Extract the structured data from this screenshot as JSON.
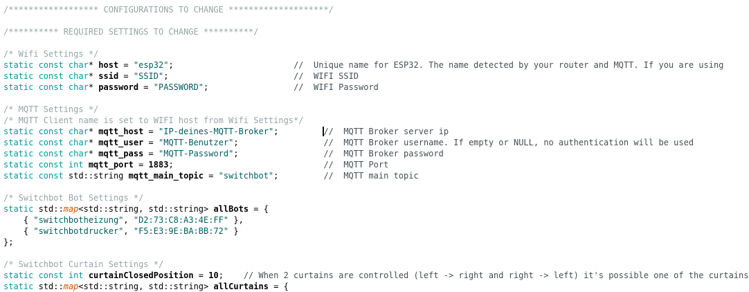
{
  "editor": {
    "background": "#ffffff",
    "colors": {
      "kw": "#00979C",
      "fn": "#D35400",
      "str": "#005C5F",
      "c1": "#95A5A6",
      "c2": "#434F54",
      "id": "#000000",
      "pl": "#000000",
      "caret": "#111111"
    },
    "cursor": {
      "line": 11,
      "segment": 7
    },
    "lines": [
      [
        [
          "c1",
          "/****************** CONFIGURATIONS TO CHANGE ********************/"
        ]
      ],
      [],
      [
        [
          "c1",
          "/********** REQUIRED SETTINGS TO CHANGE **********/"
        ]
      ],
      [],
      [
        [
          "c1",
          "/* Wifi Settings */"
        ]
      ],
      [
        [
          "kw",
          "static const char"
        ],
        [
          "pl",
          "* "
        ],
        [
          "id",
          "host"
        ],
        [
          "pl",
          " = "
        ],
        [
          "str",
          "\"esp32\""
        ],
        [
          "pl",
          ";"
        ],
        [
          "pl",
          "                        "
        ],
        [
          "c2",
          "//  Unique name for ESP32. The name detected by your router and MQTT. If you are using"
        ]
      ],
      [
        [
          "kw",
          "static const char"
        ],
        [
          "pl",
          "* "
        ],
        [
          "id",
          "ssid"
        ],
        [
          "pl",
          " = "
        ],
        [
          "str",
          "\"SSID\""
        ],
        [
          "pl",
          ";"
        ],
        [
          "pl",
          "                         "
        ],
        [
          "c2",
          "//  WIFI SSID"
        ]
      ],
      [
        [
          "kw",
          "static const char"
        ],
        [
          "pl",
          "* "
        ],
        [
          "id",
          "password"
        ],
        [
          "pl",
          " = "
        ],
        [
          "str",
          "\"PASSWORD\""
        ],
        [
          "pl",
          ";"
        ],
        [
          "pl",
          "                 "
        ],
        [
          "c2",
          "//  WIFI Password"
        ]
      ],
      [],
      [
        [
          "c1",
          "/* MQTT Settings */"
        ]
      ],
      [
        [
          "c1",
          "/* MQTT Client name is set to WIFI host from Wifi Settings*/"
        ]
      ],
      [
        [
          "kw",
          "static const char"
        ],
        [
          "pl",
          "* "
        ],
        [
          "id",
          "mqtt_host"
        ],
        [
          "pl",
          " = "
        ],
        [
          "str",
          "\"IP-deines-MQTT-Broker\""
        ],
        [
          "pl",
          ";"
        ],
        [
          "pl",
          "         "
        ],
        [
          "c2",
          "//  MQTT Broker server ip"
        ]
      ],
      [
        [
          "kw",
          "static const char"
        ],
        [
          "pl",
          "* "
        ],
        [
          "id",
          "mqtt_user"
        ],
        [
          "pl",
          " = "
        ],
        [
          "str",
          "\"MQTT-Benutzer\""
        ],
        [
          "pl",
          ";"
        ],
        [
          "pl",
          "                 "
        ],
        [
          "c2",
          "//  MQTT Broker username. If empty or NULL, no authentication will be used"
        ]
      ],
      [
        [
          "kw",
          "static const char"
        ],
        [
          "pl",
          "* "
        ],
        [
          "id",
          "mqtt_pass"
        ],
        [
          "pl",
          " = "
        ],
        [
          "str",
          "\"MQTT-Password\""
        ],
        [
          "pl",
          ";"
        ],
        [
          "pl",
          "                 "
        ],
        [
          "c2",
          "//  MQTT Broker password"
        ]
      ],
      [
        [
          "kw",
          "static const int"
        ],
        [
          "pl",
          " "
        ],
        [
          "id",
          "mqtt_port"
        ],
        [
          "pl",
          " = "
        ],
        [
          "id",
          "1883"
        ],
        [
          "pl",
          ";"
        ],
        [
          "pl",
          "                              "
        ],
        [
          "c2",
          "//  MQTT Port"
        ]
      ],
      [
        [
          "kw",
          "static const"
        ],
        [
          "pl",
          " std::string "
        ],
        [
          "id",
          "mqtt_main_topic"
        ],
        [
          "pl",
          " = "
        ],
        [
          "str",
          "\"switchbot\""
        ],
        [
          "pl",
          ";"
        ],
        [
          "pl",
          "         "
        ],
        [
          "c2",
          "//  MQTT main topic"
        ]
      ],
      [],
      [
        [
          "c1",
          "/* Switchbot Bot Settings */"
        ]
      ],
      [
        [
          "kw",
          "static"
        ],
        [
          "pl",
          " std::"
        ],
        [
          "fn",
          "map"
        ],
        [
          "pl",
          "<std::string, std::string> "
        ],
        [
          "id",
          "allBots"
        ],
        [
          "pl",
          " = {"
        ]
      ],
      [
        [
          "pl",
          "    { "
        ],
        [
          "str",
          "\"switchbotheizung\""
        ],
        [
          "pl",
          ", "
        ],
        [
          "str",
          "\"D2:73:C8:A3:4E:FF\""
        ],
        [
          "pl",
          " },"
        ]
      ],
      [
        [
          "pl",
          "    { "
        ],
        [
          "str",
          "\"switchbotdrucker\""
        ],
        [
          "pl",
          ", "
        ],
        [
          "str",
          "\"F5:E3:9E:BA:BB:72\""
        ],
        [
          "pl",
          " }"
        ]
      ],
      [
        [
          "pl",
          "};"
        ]
      ],
      [],
      [
        [
          "c1",
          "/* Switchbot Curtain Settings */"
        ]
      ],
      [
        [
          "kw",
          "static const int"
        ],
        [
          "pl",
          " "
        ],
        [
          "id",
          "curtainClosedPosition"
        ],
        [
          "pl",
          " = "
        ],
        [
          "id",
          "10"
        ],
        [
          "pl",
          ";    "
        ],
        [
          "c2",
          "// When 2 curtains are controlled (left -> right and right -> left) it's possible one of the curtains"
        ]
      ],
      [
        [
          "kw",
          "static"
        ],
        [
          "pl",
          " std::"
        ],
        [
          "fn",
          "map"
        ],
        [
          "pl",
          "<std::string, std::string> "
        ],
        [
          "id",
          "allCurtains"
        ],
        [
          "pl",
          " = {"
        ]
      ]
    ]
  }
}
